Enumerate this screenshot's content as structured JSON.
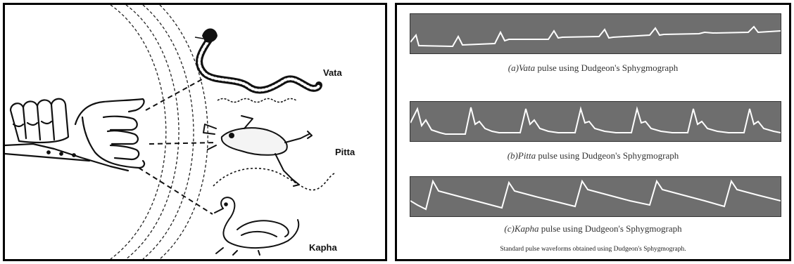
{
  "left_panel": {
    "labels": {
      "vata": "Vata",
      "pitta": "Pitta",
      "kapha": "Kapha"
    }
  },
  "right_panel": {
    "captions": [
      {
        "prefix": "(a)",
        "dosha": "Vata",
        "rest": " pulse using Dudgeon's Sphygmograph"
      },
      {
        "prefix": "(b)",
        "dosha": "Pitta",
        "rest": " pulse using Dudgeon's Sphygmograph"
      },
      {
        "prefix": "(c)",
        "dosha": "Kapha",
        "rest": " pulse using Dudgeon's Sphygmograph"
      }
    ],
    "footnote": "Standard pulse waveforms obtained using Dudgeon's Sphygmograph."
  },
  "colors": {
    "strip_background": "#6e6e6e",
    "trace": "#ffffff",
    "ink": "#111111"
  },
  "icons": [
    "hand-icon",
    "snake-icon",
    "frog-icon",
    "swan-icon"
  ]
}
